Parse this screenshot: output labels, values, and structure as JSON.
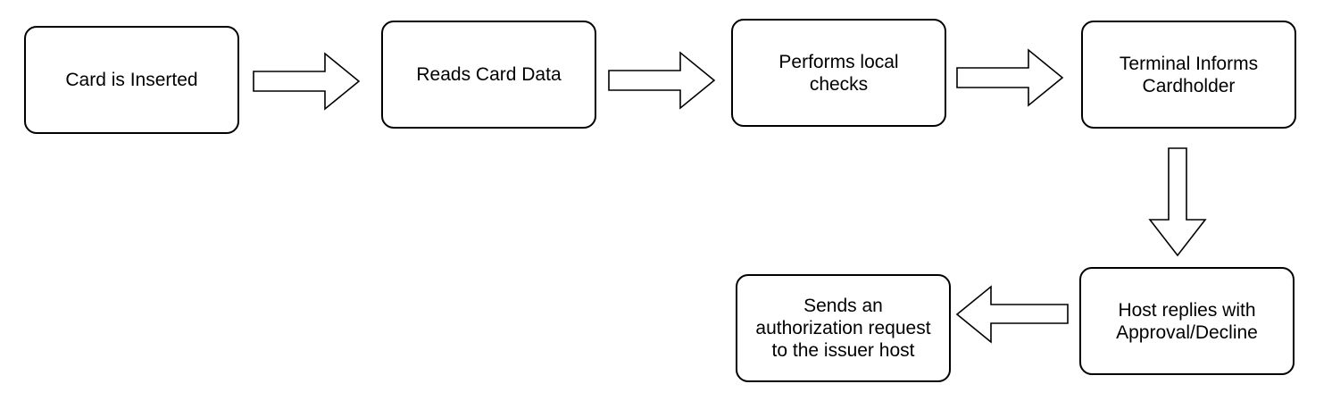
{
  "diagram": {
    "nodes": [
      {
        "id": "card-inserted",
        "label": "Card is Inserted"
      },
      {
        "id": "reads-card",
        "label": "Reads Card Data"
      },
      {
        "id": "local-checks",
        "label": "Performs local\nchecks"
      },
      {
        "id": "terminal-informs",
        "label": "Terminal Informs\nCardholder"
      },
      {
        "id": "host-replies",
        "label": "Host replies with\nApproval/Decline"
      },
      {
        "id": "sends-auth",
        "label": "Sends an\nauthorization request\nto the issuer host"
      }
    ],
    "edges": [
      {
        "from": "card-inserted",
        "to": "reads-card",
        "direction": "right"
      },
      {
        "from": "reads-card",
        "to": "local-checks",
        "direction": "right"
      },
      {
        "from": "local-checks",
        "to": "terminal-informs",
        "direction": "right"
      },
      {
        "from": "terminal-informs",
        "to": "host-replies",
        "direction": "down"
      },
      {
        "from": "host-replies",
        "to": "sends-auth",
        "direction": "left"
      }
    ]
  }
}
